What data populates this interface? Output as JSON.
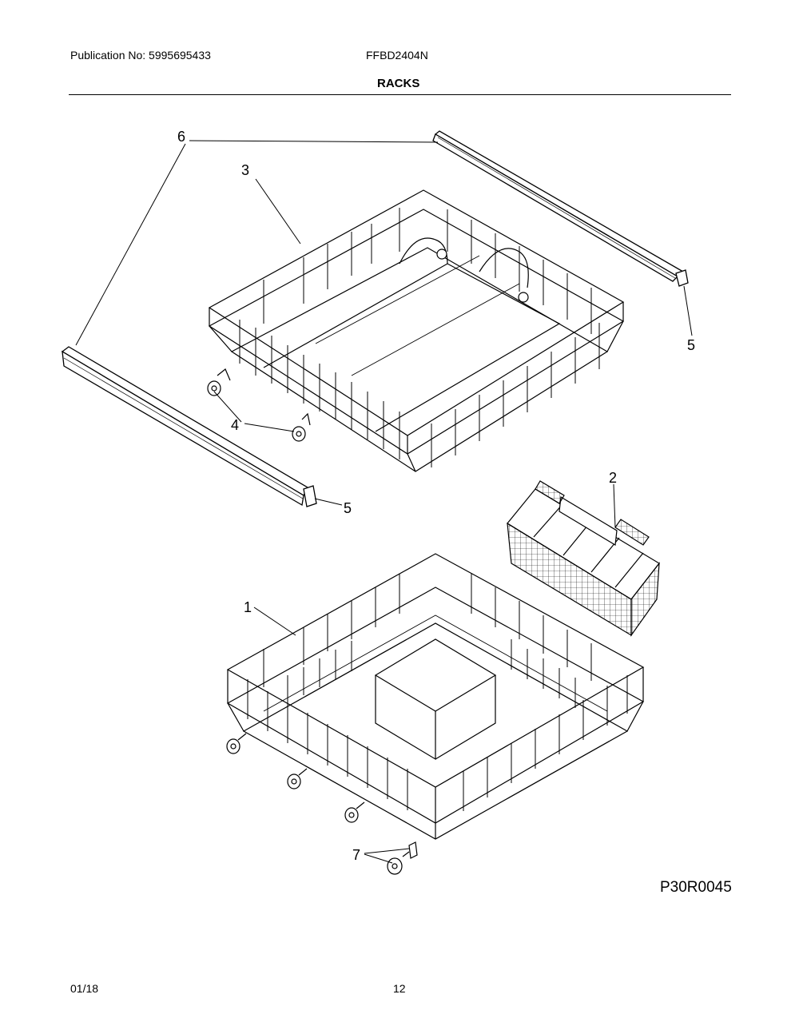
{
  "header": {
    "publication": "Publication No: 5995695433",
    "model": "FFBD2404N",
    "section_title": "RACKS"
  },
  "callouts": {
    "c1": "1",
    "c2": "2",
    "c3": "3",
    "c4": "4",
    "c5a": "5",
    "c5b": "5",
    "c6": "6",
    "c7": "7"
  },
  "figure_id": "P30R0045",
  "footer": {
    "date": "01/18",
    "page": "12"
  }
}
